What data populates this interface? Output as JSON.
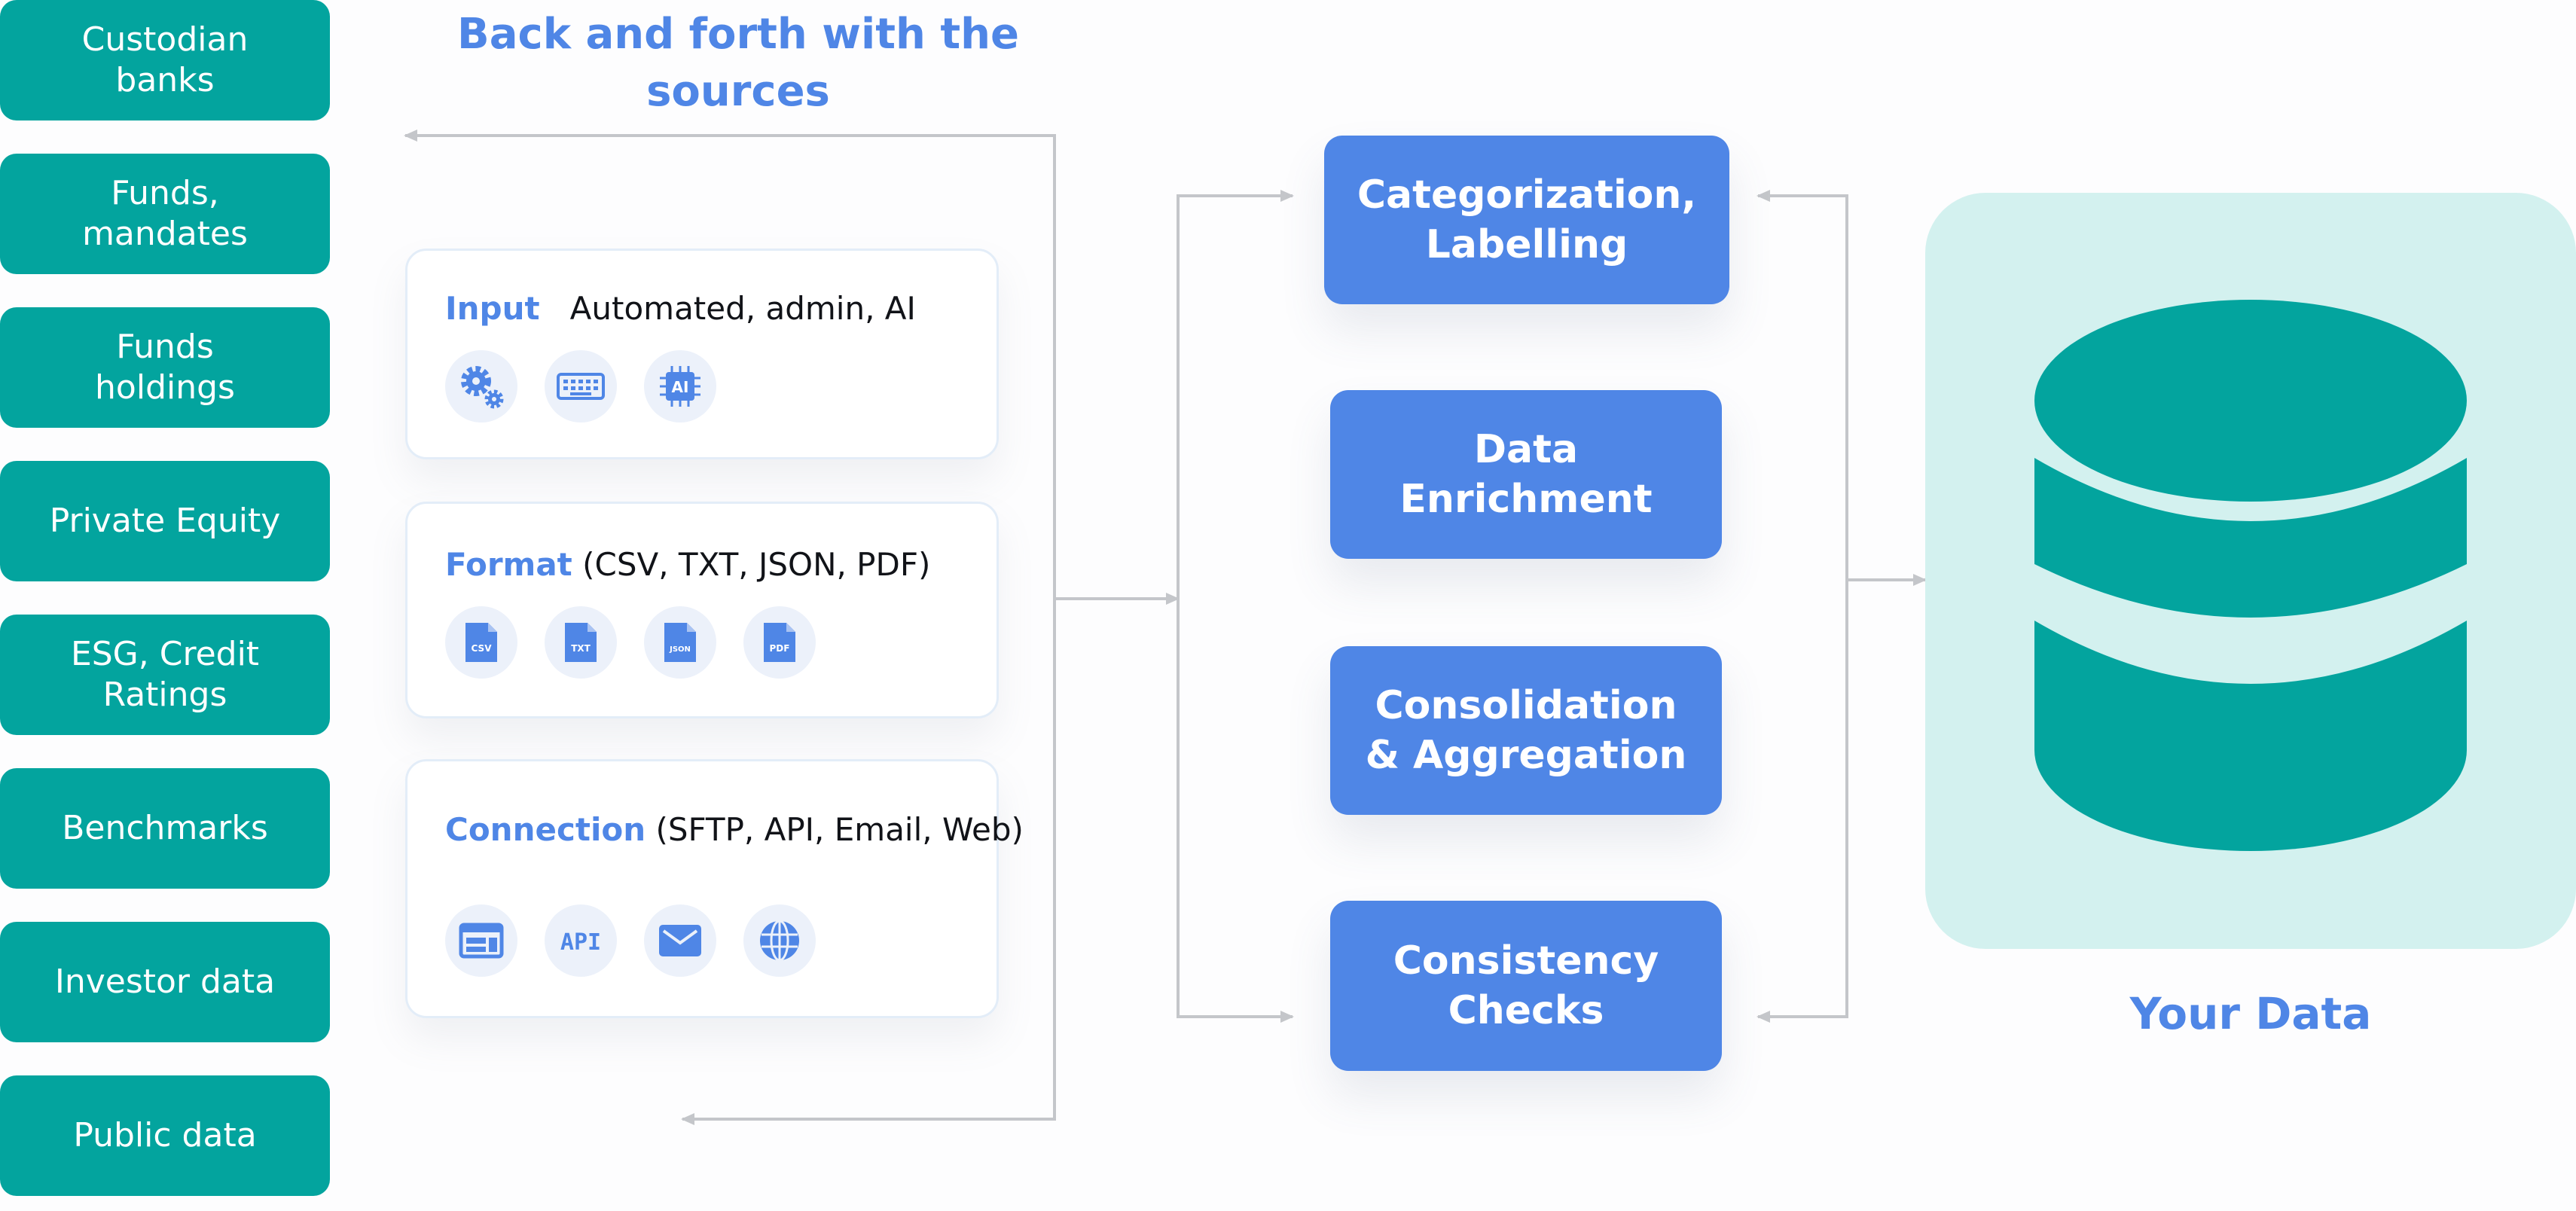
{
  "sources": [
    "Custodian\nbanks",
    "Funds,\nmandates",
    "Funds\nholdings",
    "Private Equity",
    "ESG, Credit\nRatings",
    "Benchmarks",
    "Investor data",
    "Public data"
  ],
  "heading": "Back and forth  with the\nsources",
  "cards": {
    "input": {
      "keyword": "Input",
      "text": "Automated, admin, AI",
      "ai_badge": "AI"
    },
    "format": {
      "keyword": "Format",
      "text": "(CSV, TXT, JSON, PDF)",
      "files": [
        "CSV",
        "TXT",
        "JSON",
        "PDF"
      ]
    },
    "connection": {
      "keyword": "Connection",
      "text": "(SFTP, API, Email, Web)",
      "api_label": "API"
    }
  },
  "icons": {
    "input": [
      "gears-icon",
      "keyboard-icon",
      "ai-chip-icon"
    ],
    "format": [
      "csv-file-icon",
      "txt-file-icon",
      "json-file-icon",
      "pdf-file-icon"
    ],
    "connection": [
      "web-window-icon",
      "api-icon",
      "email-icon",
      "globe-icon"
    ]
  },
  "processes": [
    "Categorization,\nLabelling",
    "Data\nEnrichment",
    "Consolidation\n& Aggregation",
    "Consistency\nChecks"
  ],
  "destination": {
    "label": "Your Data"
  },
  "colors": {
    "teal": "#03a49e",
    "blue": "#4f86e6",
    "panel": "#d3f1ef",
    "connector": "#c4c6ca"
  }
}
